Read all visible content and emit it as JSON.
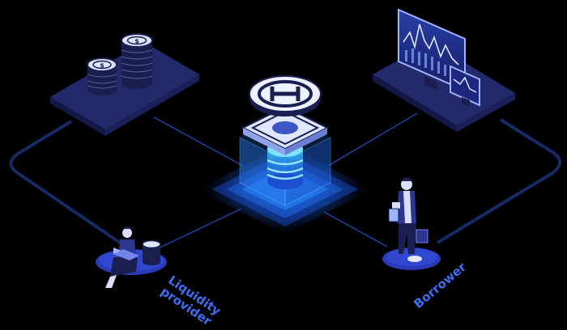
{
  "labels": {
    "liquidity_provider_line1": "Liquidity",
    "liquidity_provider_line2": "provider",
    "borrower": "Borrower"
  },
  "colors": {
    "background": "#000000",
    "accent": "#3d6df2",
    "connector": "#1f3f9a",
    "platform": "#262c6e",
    "glow": "#1fa8ff"
  },
  "icons": [
    "coin-stack-icon",
    "protocol-hub-icon",
    "chart-monitor-icon",
    "investor-person-icon",
    "borrower-person-icon"
  ]
}
